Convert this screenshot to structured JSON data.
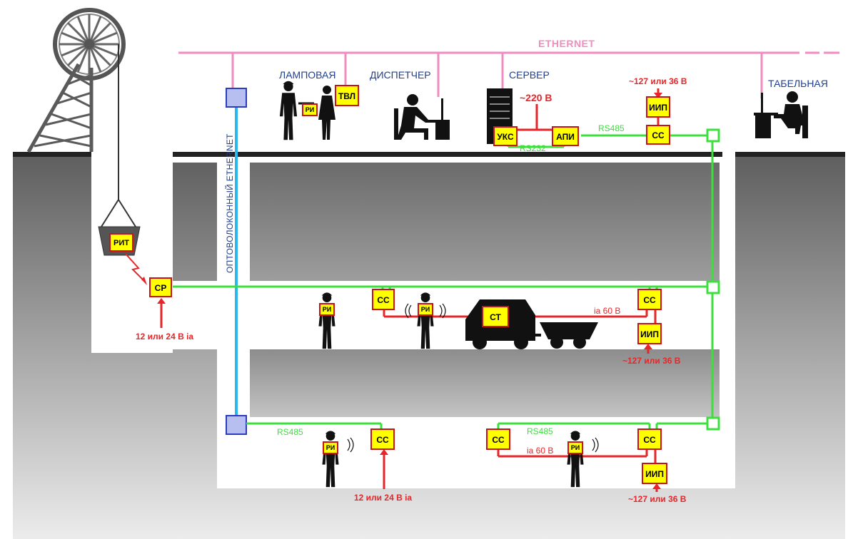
{
  "labels": {
    "ethernet": "ETHERNET",
    "fiber": "ОПТОВОЛОКОННЫЙ  ETHERNET",
    "lamp_room": "ЛАМПОВАЯ",
    "dispatcher": "ДИСПЕТЧЕР",
    "server": "СЕРВЕР",
    "timekeeping": "ТАБЕЛЬНАЯ"
  },
  "devices": {
    "tvl": "ТВЛ",
    "ri": "РИ",
    "uks": "УКС",
    "api": "АПИ",
    "iip": "ИИП",
    "ss": "СС",
    "sr": "СР",
    "rit": "РИТ",
    "st": "СТ"
  },
  "power": {
    "v220": "~220 В",
    "v127_36": "~127 или 36 В",
    "v12_24": "12 или 24 В ia",
    "ia60": "ia 60 В"
  },
  "buses": {
    "rs485": "RS485",
    "rs232": "RS232"
  },
  "colors": {
    "ethernet": "#f08cc0",
    "fiber": "#2ab7f0",
    "rs485": "#3ce03c",
    "power": "#e8262a",
    "device_fill": "#ffff00",
    "device_border": "#cc1111",
    "fiber_node": "#b7bff0",
    "ground_top": "#5f5f5f",
    "ground_bottom": "#eaeaea"
  }
}
